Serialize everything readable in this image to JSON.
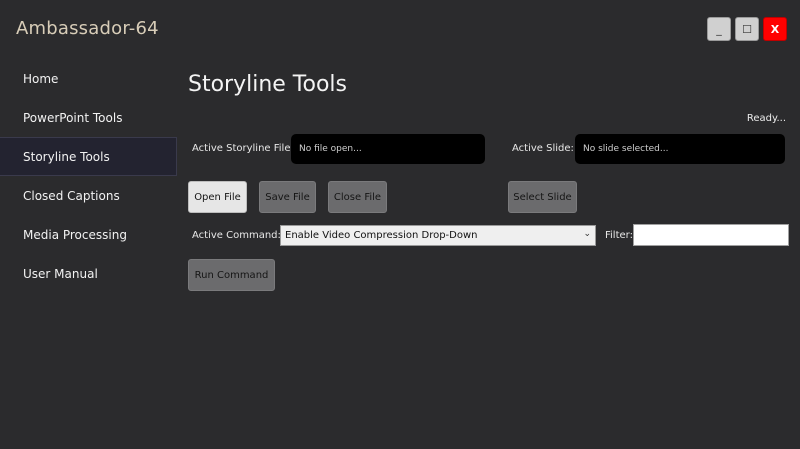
{
  "app": {
    "title": "Ambassador-64"
  },
  "window_controls": {
    "minimize": "_",
    "maximize": "☐",
    "close": "X"
  },
  "sidebar": {
    "items": [
      {
        "label": "Home"
      },
      {
        "label": "PowerPoint Tools"
      },
      {
        "label": "Storyline Tools"
      },
      {
        "label": "Closed Captions"
      },
      {
        "label": "Media Processing"
      },
      {
        "label": "User Manual"
      }
    ]
  },
  "main": {
    "title": "Storyline Tools",
    "status": "Ready...",
    "active_file_label": "Active Storyline File:",
    "active_file_value": "No file open...",
    "active_slide_label": "Active Slide:",
    "active_slide_value": "No slide selected...",
    "buttons": {
      "open": "Open File",
      "save": "Save File",
      "close": "Close File",
      "select_slide": "Select Slide",
      "run": "Run Command"
    },
    "command_label": "Active Command:",
    "command_value": "Enable Video Compression Drop-Down",
    "filter_label": "Filter:",
    "filter_value": ""
  },
  "colors": {
    "background": "#2b2b2d",
    "sidebar_active": "#232330",
    "close_button": "#ff0000",
    "title_text": "#d8cdb8"
  }
}
